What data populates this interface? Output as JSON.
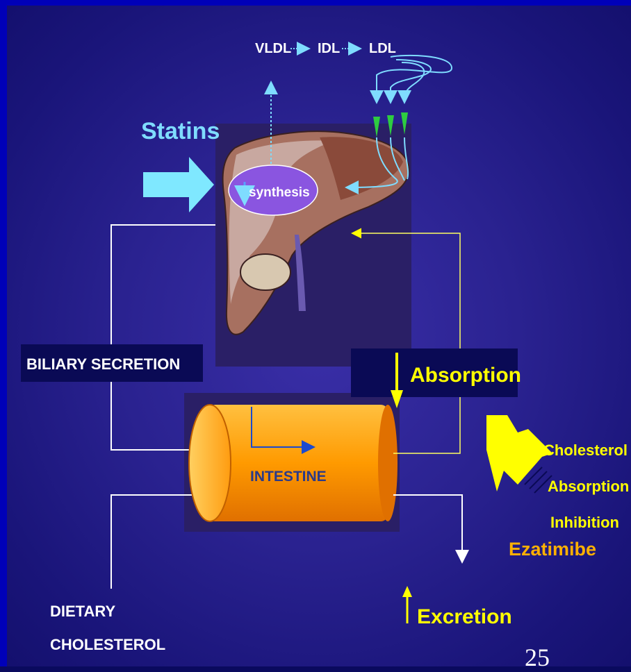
{
  "labels": {
    "vldl": "VLDL",
    "idl": "IDL",
    "ldl": "LDL",
    "statins": "Statins",
    "synthesis": "synthesis",
    "biliary": "BILIARY SECRETION",
    "absorption": "Absorption",
    "intestine": "INTESTINE",
    "cholesterol": "Cholesterol",
    "absorption2": "Absorption",
    "inhibition": "Inhibition",
    "ezatimibe": "Ezatimibe",
    "dietary": "DIETARY",
    "dietary_chol": "CHOLESTEROL",
    "excretion": "Excretion",
    "page_number": "25"
  },
  "colors": {
    "background": "#2a2290",
    "statins_text": "#7fdcff",
    "yellow": "#ffff00",
    "ezatimibe": "#ffb000",
    "white": "#ffffff",
    "label_box": "#0a0a55",
    "intestine": "#ffb000",
    "synthesis_ellipse": "#8a55e0"
  }
}
